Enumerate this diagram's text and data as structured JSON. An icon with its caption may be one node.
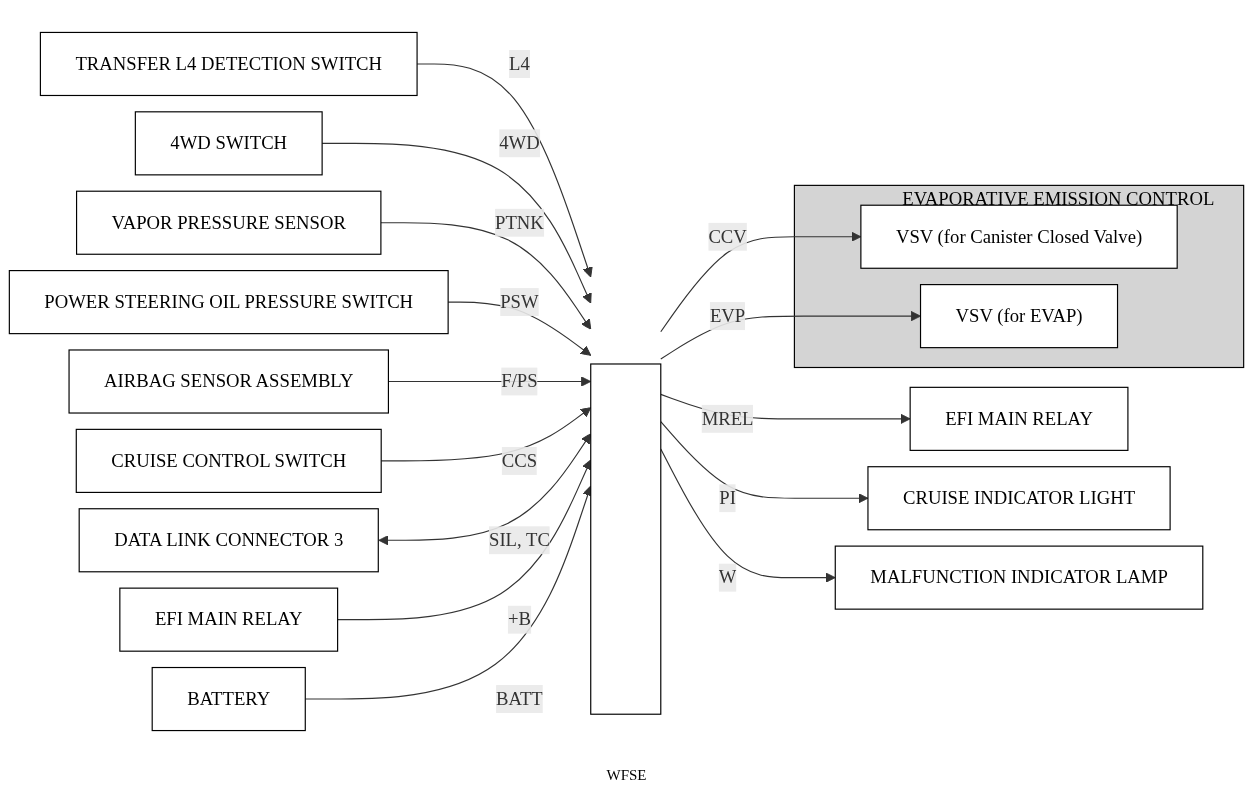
{
  "diagram": {
    "nodes": [
      {
        "text": [
          "TRANSFER L4 DETECTION SWITCH"
        ]
      },
      {
        "text": [
          "4WD SWITCH"
        ]
      },
      {
        "text": [
          "VAPOR PRESSURE SENSOR"
        ]
      },
      {
        "text": [
          "POWER STEERING OIL PRESSURE SWITCH"
        ]
      },
      {
        "text": [
          "AIRBAG SENSOR ASSEMBLY"
        ]
      },
      {
        "text": [
          "CRUISE CONTROL SWITCH"
        ]
      },
      {
        "text": [
          "DATA LINK CONNECTOR 3"
        ]
      },
      {
        "text": [],
        "shape": "box"
      },
      {
        "text": [
          "EVAPORATIVE EMISSION CONTROL"
        ]
      },
      {
        "text": [
          "VSV (for Canister Closed Valve)"
        ],
        "in": 8
      },
      {
        "text": [
          "VSV (for EVAP)"
        ],
        "in": 8
      },
      {
        "text": [
          "EFI MAIN RELAY"
        ]
      },
      {
        "text": [
          "CRUISE INDICATOR LIGHT"
        ]
      },
      {
        "text": [
          "MALFUNCTION INDICATOR LAMP"
        ]
      },
      {
        "text": [
          "EFI MAIN RELAY"
        ]
      },
      {
        "text": [
          "BATTERY"
        ]
      }
    ],
    "edges": [
      {
        "from": 0,
        "to": 7,
        "arrow": "to",
        "label": "L4"
      },
      {
        "from": 1,
        "to": 7,
        "arrow": "to",
        "label": "4WD"
      },
      {
        "from": 2,
        "to": 7,
        "arrow": "to",
        "label": "PTNK"
      },
      {
        "from": 3,
        "to": 7,
        "arrow": "to",
        "label": "PSW"
      },
      {
        "from": 4,
        "to": 7,
        "arrow": "to",
        "label": "F/PS"
      },
      {
        "from": 5,
        "to": 7,
        "arrow": "to",
        "label": "CCS"
      },
      {
        "from": 6,
        "to": 7,
        "arrow": "both",
        "label": "SIL, TC"
      },
      {
        "from": 7,
        "to": 9,
        "arrow": "to",
        "label": "CCV"
      },
      {
        "from": 7,
        "to": 10,
        "arrow": "to",
        "label": "EVP"
      },
      {
        "from": 7,
        "to": 11,
        "arrow": "to",
        "label": "MREL"
      },
      {
        "from": 7,
        "to": 12,
        "arrow": "to",
        "label": "PI"
      },
      {
        "from": 7,
        "to": 13,
        "arrow": "to",
        "label": "W"
      },
      {
        "from": 14,
        "to": 7,
        "arrow": "to",
        "label": "+B"
      },
      {
        "from": 15,
        "to": 7,
        "arrow": "to",
        "label": "BATT"
      }
    ],
    "labels": [
      "WFSE"
    ]
  }
}
